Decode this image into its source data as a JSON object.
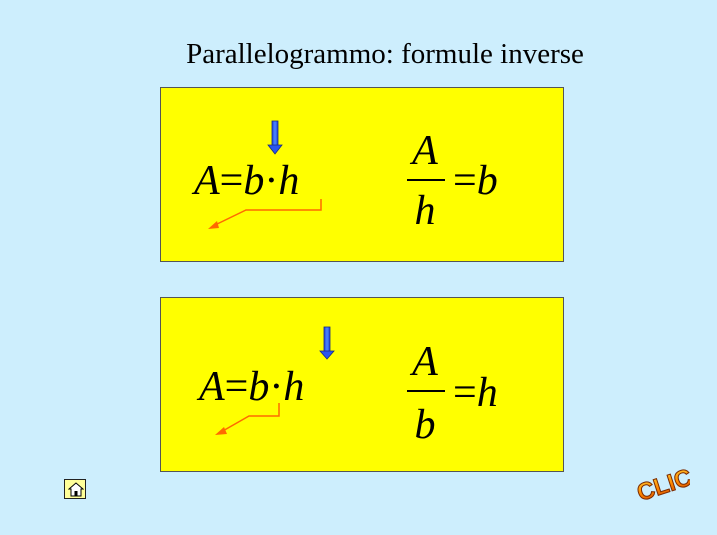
{
  "title": "Parallelogrammo: formule inverse",
  "box1": {
    "lhs": {
      "A": "A",
      "eq": "=",
      "b": "b",
      "dot": "·",
      "h": "h"
    },
    "rhs": {
      "num": "A",
      "den": "h",
      "eq": "=",
      "res": "b"
    }
  },
  "box2": {
    "lhs": {
      "A": "A",
      "eq": "=",
      "b": "b",
      "dot": "·",
      "h": "h"
    },
    "rhs": {
      "num": "A",
      "den": "b",
      "eq": "=",
      "res": "h"
    }
  },
  "colors": {
    "background": "#cdeefd",
    "box": "#ffff00",
    "arrow_blue": "#3366ff",
    "arrow_orange": "#ff6600"
  },
  "icons": {
    "home": "home-icon",
    "clic": "clic-logo"
  },
  "clic_text": "CLIC"
}
